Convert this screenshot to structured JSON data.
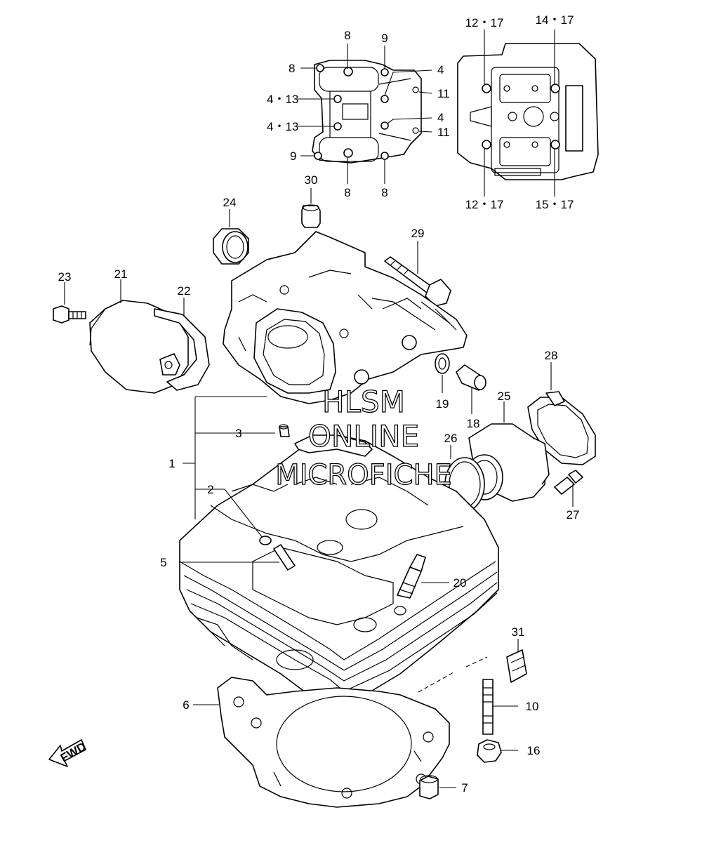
{
  "labels": {
    "p1": "1",
    "p2": "2",
    "p3": "3",
    "p5": "5",
    "p6": "6",
    "p7": "7",
    "p10": "10",
    "p16": "16",
    "p18": "18",
    "p19": "19",
    "p20": "20",
    "p21": "21",
    "p22": "22",
    "p23": "23",
    "p24": "24",
    "p25": "25",
    "p26": "26",
    "p27": "27",
    "p28": "28",
    "p29": "29",
    "p30": "30",
    "p31": "31",
    "top8a": "8",
    "top9a": "9",
    "top8b": "8",
    "top4a": "4",
    "top413a": "4・13",
    "top11a": "11",
    "top4b": "4",
    "top413b": "4・13",
    "top11b": "11",
    "top9b": "9",
    "top8c": "8",
    "top8d": "8",
    "r1217a": "12・17",
    "r1417": "14・17",
    "r1217b": "12・17",
    "r1517": "15・17"
  },
  "watermark": {
    "line1": "HLSM",
    "line2": "ONLINE",
    "line3": "MICROFICHE"
  },
  "fwd_label": "FWD"
}
